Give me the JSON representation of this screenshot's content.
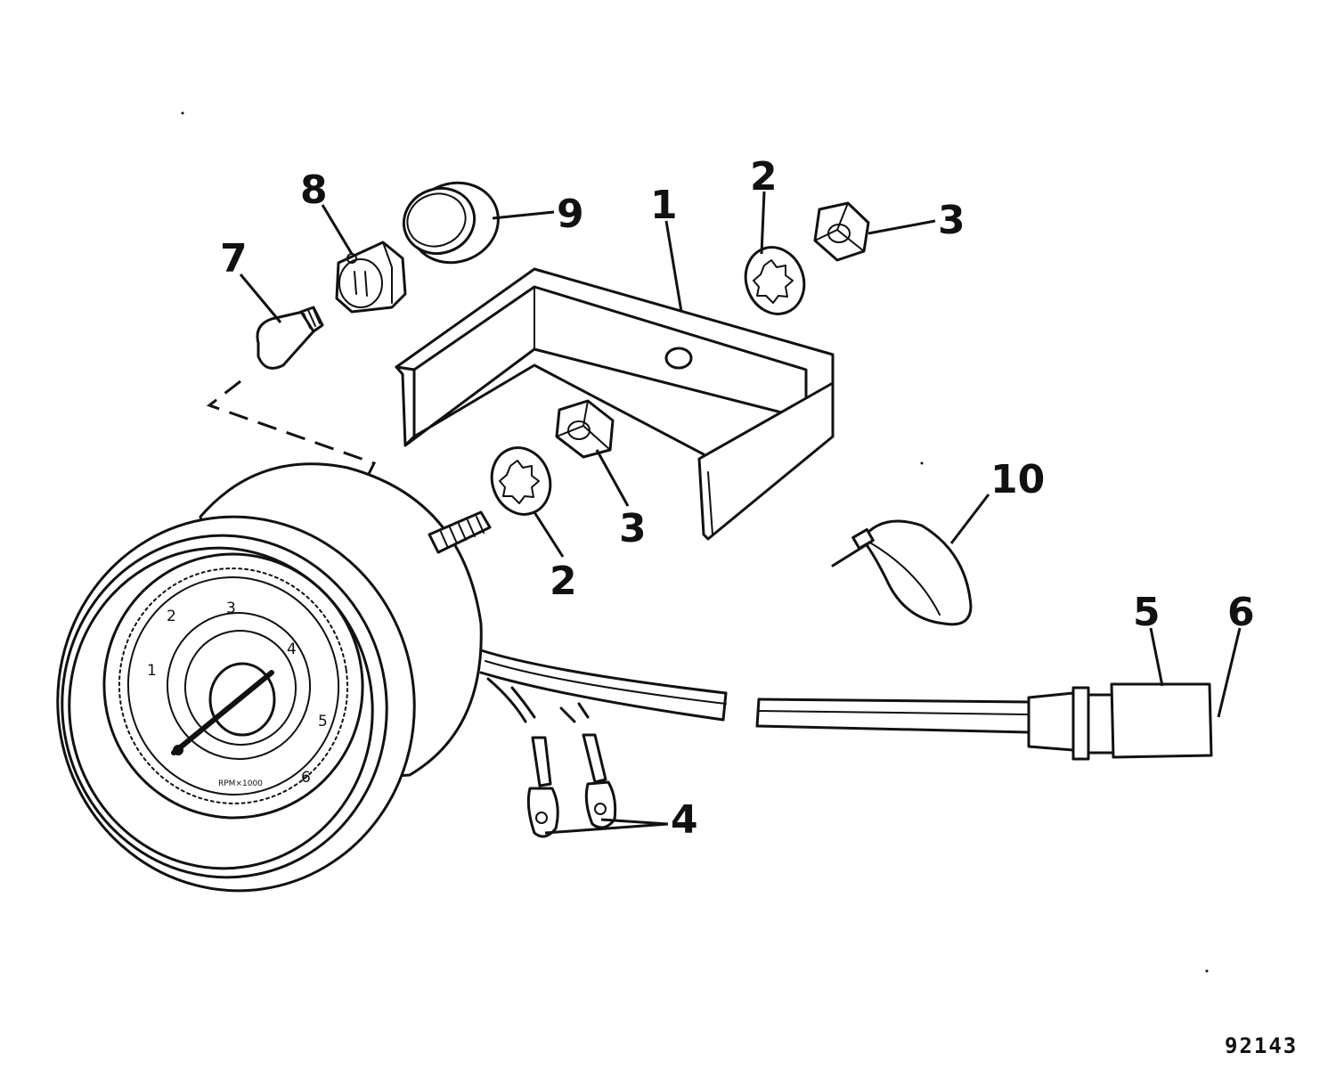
{
  "figure_id": "92143",
  "callouts": {
    "bracket": "1",
    "lock_washer_upper": "2",
    "lock_washer_lower": "2",
    "nut_upper": "3",
    "nut_lower": "3",
    "terminals": "4",
    "connector": "5",
    "connector_end": "6",
    "bulb": "7",
    "bulb_socket": "8",
    "cap": "9",
    "tie_strap": "10"
  },
  "gauge": {
    "dial_numbers": [
      "1",
      "2",
      "3",
      "4",
      "5",
      "6"
    ],
    "dial_caption": "RPM×1000"
  }
}
